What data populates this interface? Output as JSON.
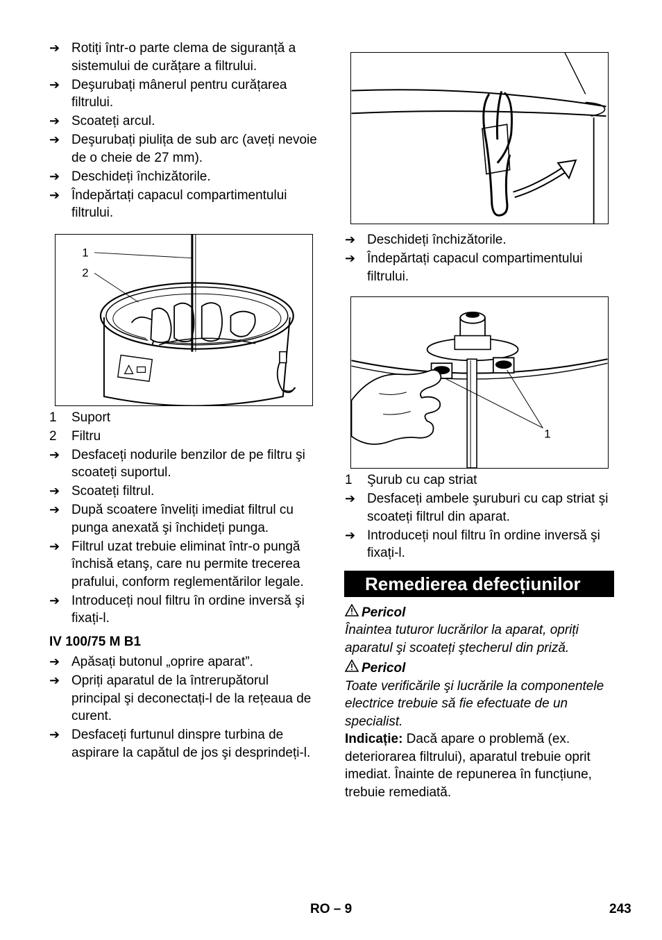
{
  "left": {
    "steps1": [
      "Rotiți într-o parte clema de siguranță a sistemului de curățare a filtrului.",
      "Deşurubați mânerul pentru curățarea filtrului.",
      "Scoateți arcul.",
      "Deşurubați piulița de sub arc (aveți nevoie de o cheie de 27 mm).",
      "Deschideți închizătorile.",
      "Îndepărtați capacul compartimentului filtrului."
    ],
    "figure1_labels": [
      "1",
      "2"
    ],
    "legend1": [
      {
        "num": "1",
        "text": "Suport"
      },
      {
        "num": "2",
        "text": "Filtru"
      }
    ],
    "steps2": [
      "Desfaceți nodurile benzilor de pe filtru şi scoateți suportul.",
      "Scoateți filtrul.",
      "După scoatere înveliți imediat filtrul cu punga anexată şi închideți punga.",
      "Filtrul uzat trebuie eliminat într-o pungă închisă etanş, care nu permite trecerea prafului, conform reglementărilor legale.",
      "Introduceți noul filtru în ordine inversă şi fixați-l."
    ],
    "subheading": "IV 100/75 M B1",
    "steps3": [
      "Apăsați butonul „oprire aparat”.",
      "Opriți aparatul de la întrerupătorul principal şi deconectați-l de la rețeaua de curent.",
      "Desfaceți furtunul dinspre turbina de aspirare la capătul de jos şi desprindeți-l."
    ]
  },
  "right": {
    "steps1": [
      "Deschideți închizătorile.",
      "Îndepărtați capacul compartimentului filtrului."
    ],
    "figure3_label": "1",
    "legend3": [
      {
        "num": "1",
        "text": "Şurub cu cap striat"
      }
    ],
    "steps2": [
      "Desfaceți ambele şuruburi cu cap striat şi scoateți filtrul din aparat.",
      "Introduceți noul filtru în ordine inversă şi fixați-l."
    ],
    "section_heading": "Remedierea defecțiunilor",
    "warning1_title": "Pericol",
    "warning1_text": "Înaintea tuturor lucrărilor la aparat, opriți aparatul şi scoateți ştecherul din priză.",
    "warning2_title": "Pericol",
    "warning2_text": "Toate verificările şi lucrările la componentele electrice trebuie să fie efectuate de un specialist.",
    "note_label": "Indicație:",
    "note_text": " Dacă apare o problemă (ex. deteriorarea filtrului), aparatul trebuie oprit imediat. Înainte de repunerea în funcțiune, trebuie remediată."
  },
  "footer": {
    "label": "RO – 9",
    "page_number": "243"
  },
  "icons": {
    "step_arrow": "arrow-right-icon",
    "warning": "warning-triangle-icon"
  }
}
